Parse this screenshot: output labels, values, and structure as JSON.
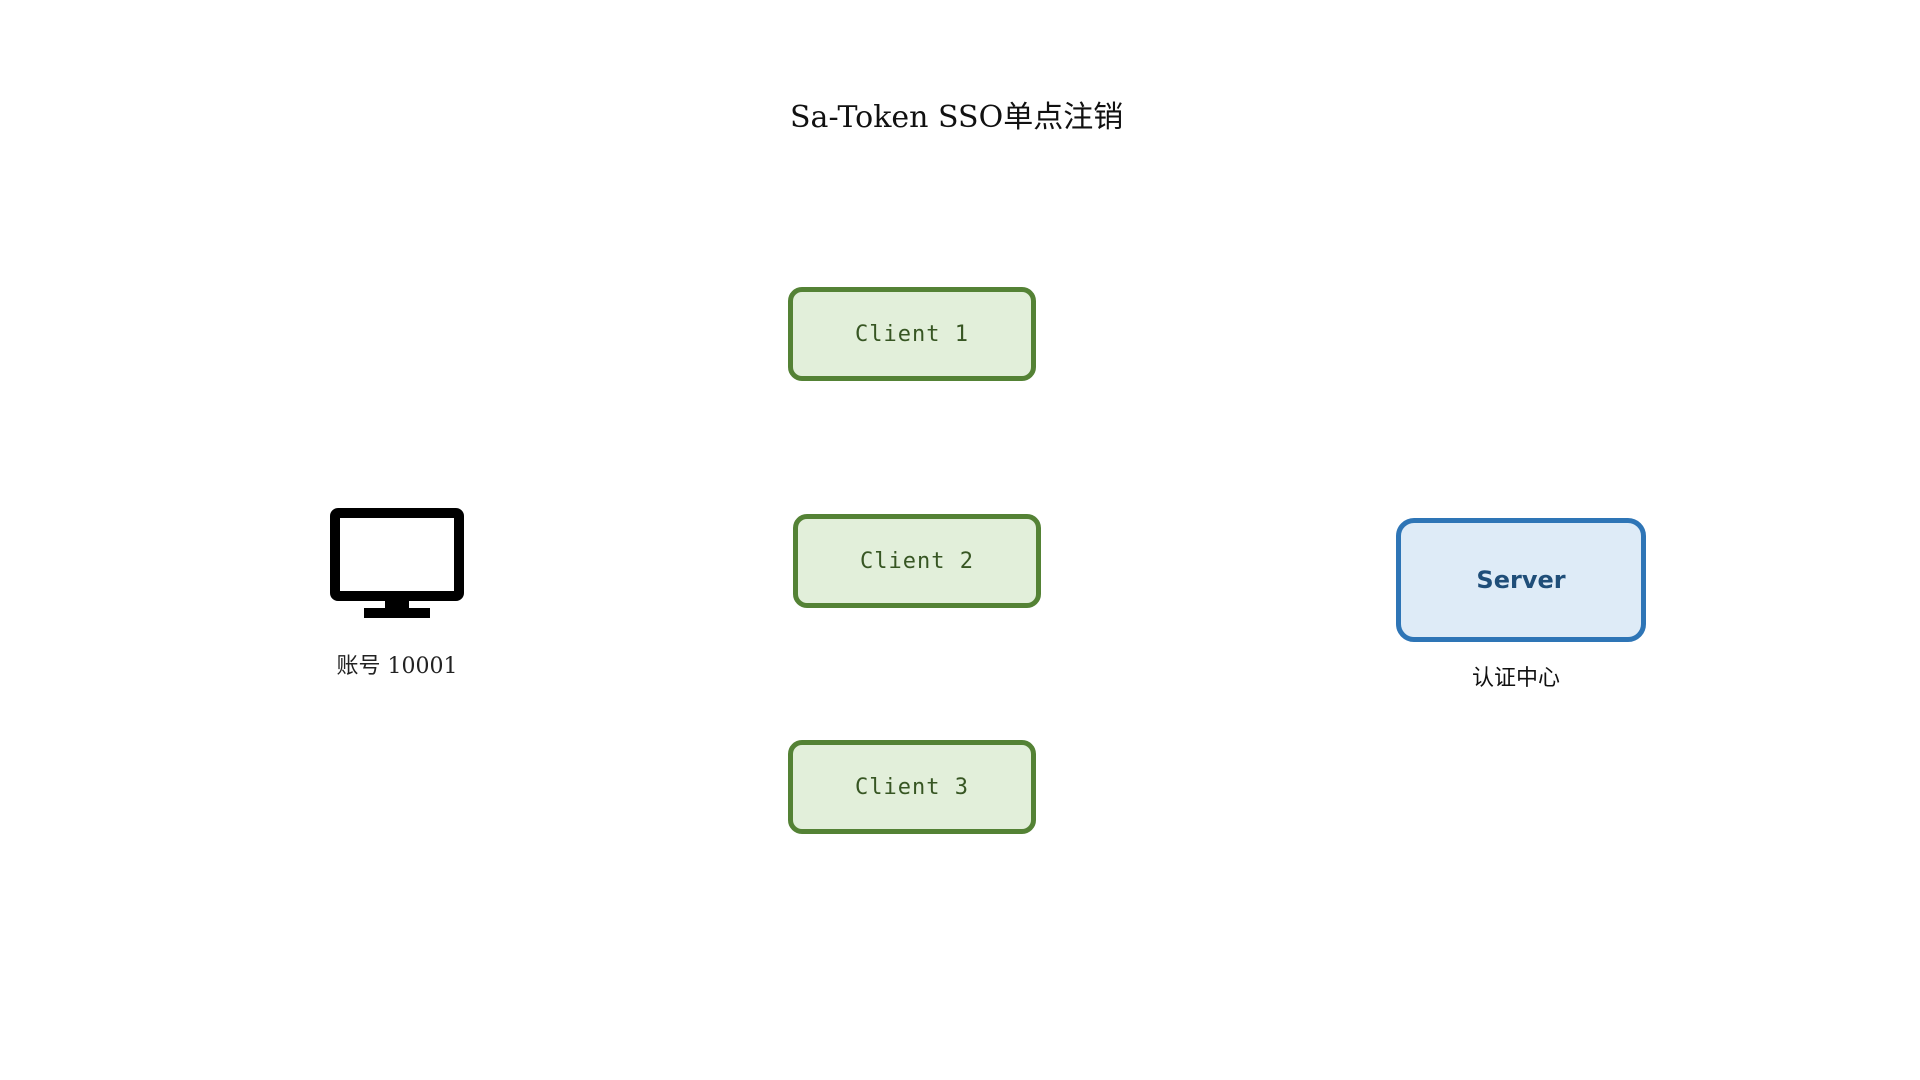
{
  "title": "Sa-Token SSO单点注销",
  "clients": [
    {
      "label": "Client 1"
    },
    {
      "label": "Client 2"
    },
    {
      "label": "Client 3"
    }
  ],
  "server": {
    "label": "Server",
    "caption": "认证中心"
  },
  "account": {
    "icon": "monitor-icon",
    "label": "账号 10001"
  },
  "colors": {
    "client_fill": "#e2efda",
    "client_border": "#548235",
    "client_text": "#375623",
    "server_fill": "#deebf7",
    "server_border": "#2e75b6",
    "server_text": "#1f4e79"
  }
}
